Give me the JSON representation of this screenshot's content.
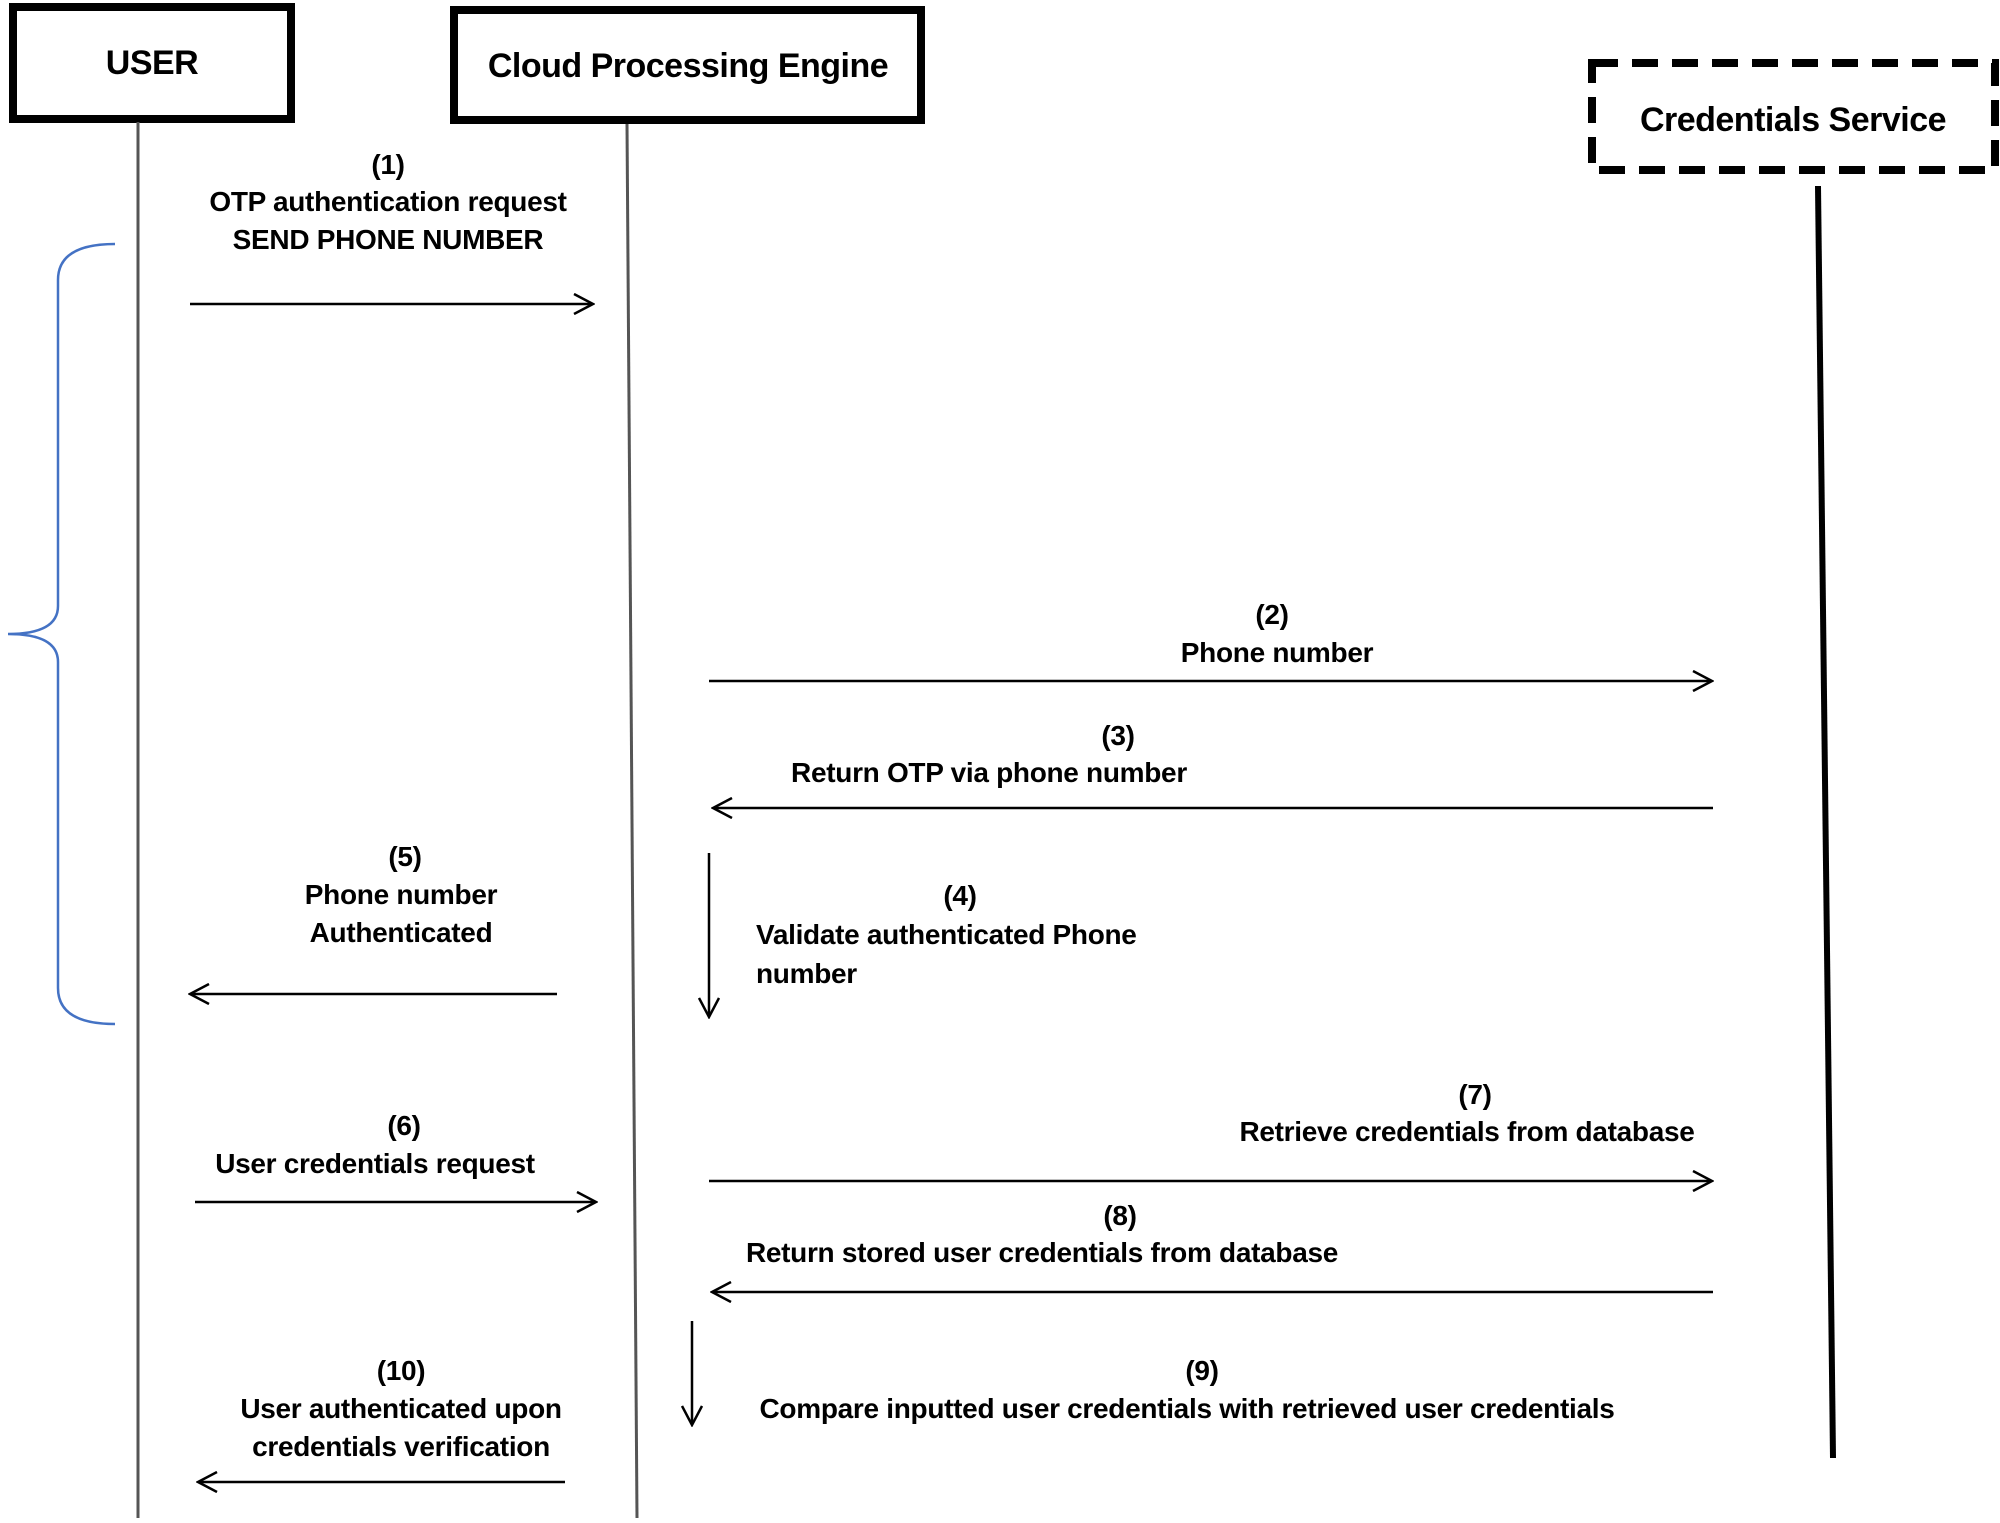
{
  "participants": {
    "user": "USER",
    "cloud": "Cloud Processing Engine",
    "credentials": "Credentials Service"
  },
  "messages": {
    "m1": {
      "num": "(1)",
      "line1": "OTP authentication request",
      "line2": "SEND PHONE NUMBER"
    },
    "m2": {
      "num": "(2)",
      "line1": "Phone number"
    },
    "m3": {
      "num": "(3)",
      "line1": "Return OTP via phone number"
    },
    "m4": {
      "num": "(4)",
      "line1": "Validate  authenticated  Phone",
      "line2": "number"
    },
    "m5": {
      "num": "(5)",
      "line1": "Phone number",
      "line2": "Authenticated"
    },
    "m6": {
      "num": "(6)",
      "line1": "User credentials request"
    },
    "m7": {
      "num": "(7)",
      "line1": "Retrieve credentials from database"
    },
    "m8": {
      "num": "(8)",
      "line1": "Return stored user credentials from database"
    },
    "m9": {
      "num": "(9)",
      "line1": "Compare inputted user credentials with retrieved user credentials"
    },
    "m10": {
      "num": "(10)",
      "line1": "User authenticated upon",
      "line2": "credentials   verification"
    }
  },
  "colors": {
    "line": "#000000",
    "brace": "#4472c4",
    "lifeline": "#555555"
  }
}
